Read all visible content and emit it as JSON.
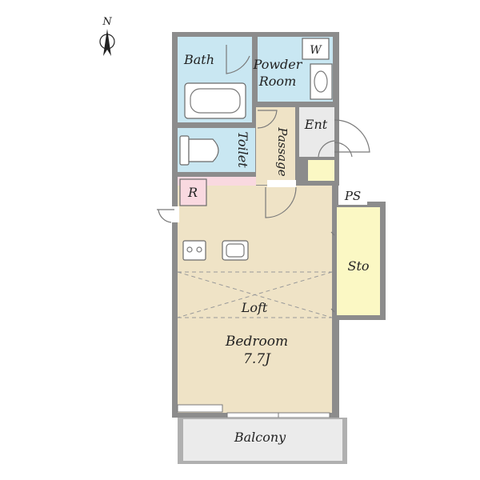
{
  "compass": {
    "north": "N"
  },
  "rooms": {
    "bath": "Bath",
    "powder_room_line1": "Powder",
    "powder_room_line2": "Room",
    "washer": "W",
    "entrance": "Ent",
    "toilet": "Toilet",
    "passage": "Passage",
    "refrigerator": "R",
    "pipe_space": "PS",
    "storage": "Sto",
    "loft": "Loft",
    "bedroom_line1": "Bedroom",
    "bedroom_line2": "7.7J",
    "balcony": "Balcony"
  },
  "colors": {
    "wet_area": "#c9e7f2",
    "kitchen": "#f9d9e0",
    "living": "#efe3c6",
    "storage": "#fbf8c4",
    "entrance": "#eaeaea",
    "balcony": "#ebebeb",
    "wall": "#8c8c8c"
  }
}
